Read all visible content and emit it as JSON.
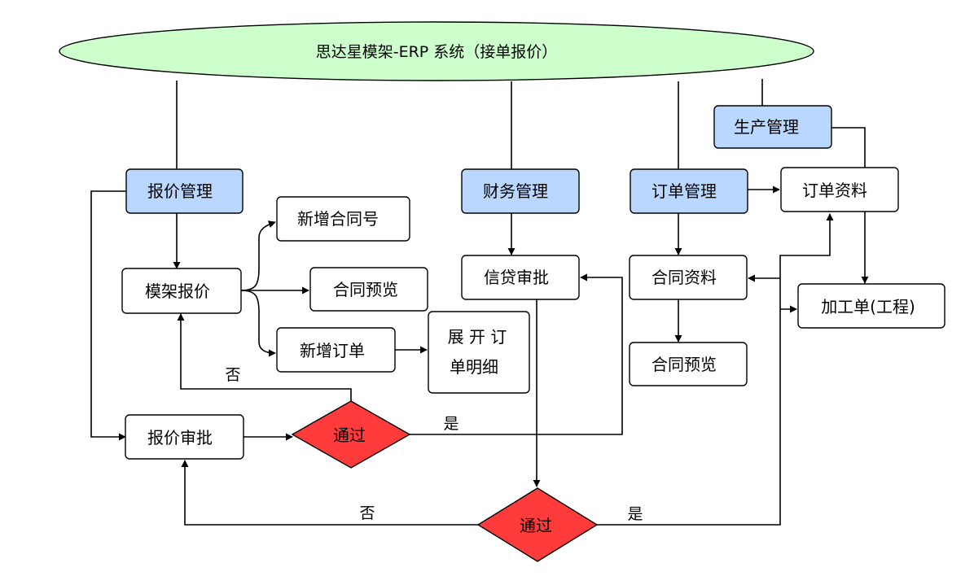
{
  "colors": {
    "title_fill": "#ccffcc",
    "module_fill": "#b9d7ff",
    "node_fill": "#ffffff",
    "decision_fill": "#ff3b3b",
    "stroke": "#000000"
  },
  "title": "思达星模架-ERP 系统（接单报价）",
  "modules": {
    "quote_mgmt": "报价管理",
    "finance_mgmt": "财务管理",
    "order_mgmt": "订单管理",
    "production_mgmt": "生产管理"
  },
  "nodes": {
    "formwork_quote": "模架报价",
    "new_contract_no": "新增合同号",
    "contract_preview_1": "合同预览",
    "new_order": "新增订单",
    "expand_order_line1": "展 开 订",
    "expand_order_line2": "单明细",
    "quote_approval": "报价审批",
    "credit_approval": "信贷审批",
    "contract_info": "合同资料",
    "contract_preview_2": "合同预览",
    "order_info": "订单资料",
    "work_order": "加工单(工程)"
  },
  "decisions": {
    "pass_1": "通过",
    "pass_2": "通过"
  },
  "edge_labels": {
    "no_1": "否",
    "yes_1": "是",
    "no_2": "否",
    "yes_2": "是"
  }
}
